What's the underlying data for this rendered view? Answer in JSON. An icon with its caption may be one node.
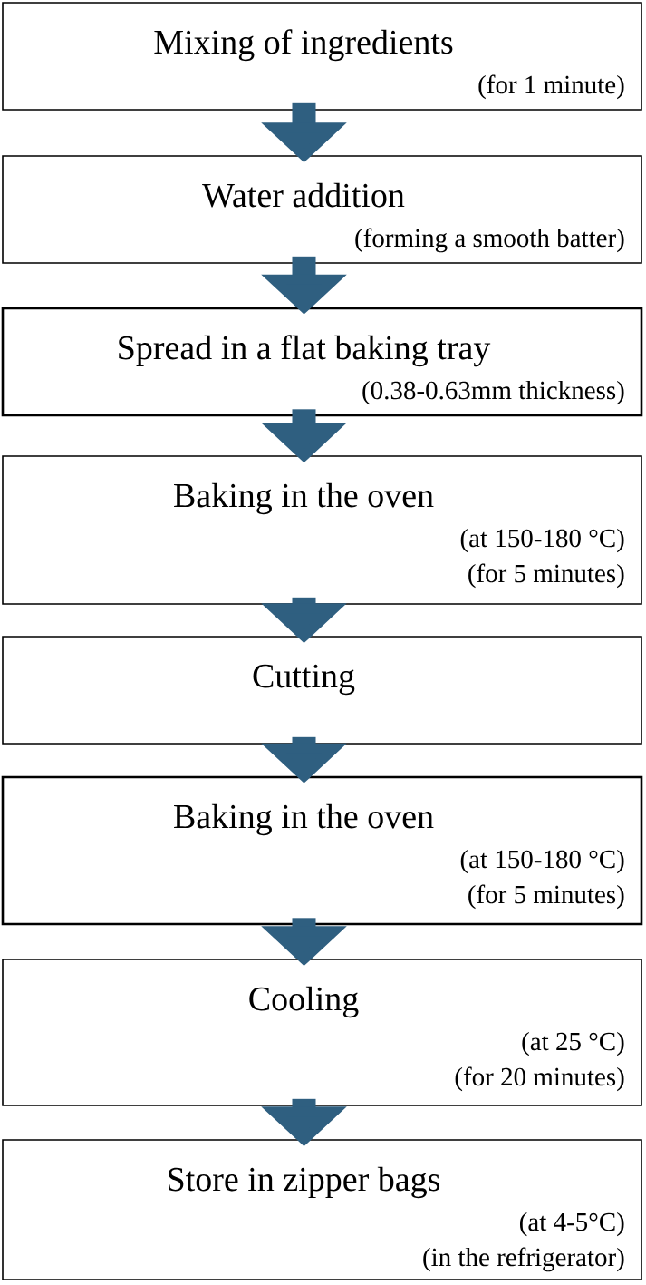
{
  "diagram": {
    "nodes": [
      {
        "text": [
          "Mixing of ingredients",
          "(for 1 minute)"
        ]
      },
      {
        "text": [
          "Water addition",
          "(forming a smooth batter)"
        ]
      },
      {
        "text": [
          "Spread in a flat baking tray",
          "(0.38-0.63mm thickness)"
        ]
      },
      {
        "text": [
          "Baking in the oven",
          "(at 150-180 °C)",
          "(for 5 minutes)"
        ]
      },
      {
        "text": [
          "Cutting"
        ]
      },
      {
        "text": [
          "Baking in the oven",
          "(at 150-180 °C)",
          "(for 5 minutes)"
        ]
      },
      {
        "text": [
          "Cooling",
          "(at 25 °C)",
          "(for 20 minutes)"
        ]
      },
      {
        "text": [
          "Store in zipper bags",
          "(at 4-5°C)",
          "(in the refrigerator)"
        ]
      }
    ],
    "edges": [
      {
        "from": 0,
        "to": 1,
        "arrow": "to"
      },
      {
        "from": 1,
        "to": 2,
        "arrow": "to"
      },
      {
        "from": 2,
        "to": 3,
        "arrow": "to"
      },
      {
        "from": 3,
        "to": 4,
        "arrow": "to"
      },
      {
        "from": 4,
        "to": 5,
        "arrow": "to"
      },
      {
        "from": 5,
        "to": 6,
        "arrow": "to"
      },
      {
        "from": 6,
        "to": 7,
        "arrow": "to"
      }
    ]
  }
}
